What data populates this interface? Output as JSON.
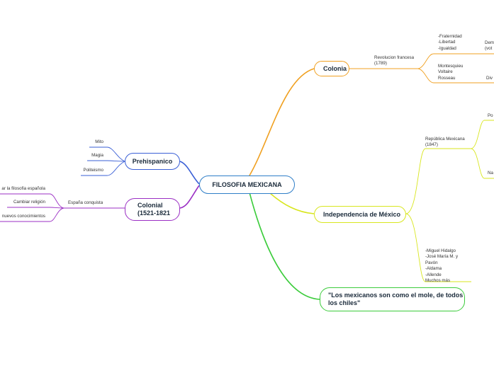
{
  "center": {
    "label": "FILOSOFIA MEXICANA",
    "color": "#2f7ec8"
  },
  "left": {
    "prehispanico": {
      "label": "Prehispanico",
      "color": "#3a5fd6",
      "children": [
        "Mito",
        "Magia",
        "Politeismo"
      ]
    },
    "colonial": {
      "label": "Colonial\n(1521-1821",
      "color": "#9b2fc4",
      "child": "España conquista",
      "grandchildren": [
        "ar la filosofia  española",
        "Cambiar religión",
        "nuevos conocimientos"
      ]
    }
  },
  "right": {
    "colonia": {
      "label": "Colonia",
      "color": "#f0a020",
      "child": "Revolucion francesa\n(1789)",
      "grandchildren": [
        "-Fraternidad\n-Libertad\n-Igualdad",
        "Montesquieu\nVoltaire\nRosseau"
      ],
      "cut": [
        "Dem\n(vot",
        "Div"
      ]
    },
    "independencia": {
      "label": "Independencia de México",
      "color": "#d8e61e",
      "children": [
        "República Mexicana\n(1847)",
        "-Miguel Hidalgo\n-José María M. y Pavón\n-Aldama\n-Allende\nMuchos más"
      ],
      "cut": [
        "Po",
        "Na"
      ]
    },
    "quote": {
      "label": "\"Los mexicanos son como el mole, de todos\nlos chiles\"",
      "color": "#3ccc3c"
    }
  }
}
